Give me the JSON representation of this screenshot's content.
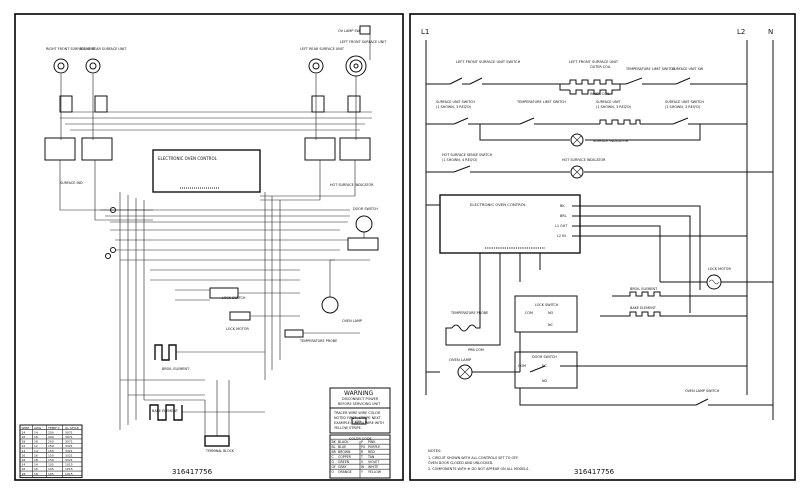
{
  "left_panel": {
    "part_number": "316417756",
    "labels": {
      "rf_unit": "RIGHT FRONT SURFACE UNIT",
      "rr_unit": "RIGHT REAR SURFACE UNIT",
      "lr_unit": "LEFT REAR SURFACE UNIT",
      "lf_unit": "LEFT FRONT SURFACE UNIT",
      "ov_lamp": "OV LAMP SW",
      "eoc": "ELECTRONIC OVEN CONTROL",
      "surface_ind": "SURFACE IND",
      "hot_surface_ind": "HOT SURFACE INDICATOR",
      "door_switch": "DOOR SWITCH",
      "lock_switch": "LOCK SWITCH",
      "lock_motor": "LOCK MOTOR",
      "temp_probe": "TEMPERATURE PROBE",
      "oven_lamp": "OVEN LAMP",
      "broil_element": "BROIL ELEMENT",
      "bake_element": "BAKE ELEMENT",
      "terminal_block": "TERMINAL BLOCK"
    },
    "warning": {
      "title": "WARNING",
      "line1": "DISCONNECT POWER",
      "line2": "BEFORE SERVICING UNIT",
      "body": [
        "TRACER WIRE  WIRE COLOR",
        "NOTED FIRST, STRIPE NEXT",
        "EXAMPLE:  GREEN WIRE WITH",
        "YELLOW STRIPE."
      ],
      "legend_code": "G/Y"
    },
    "color_code": {
      "title": "COLOR CODE",
      "rows": [
        [
          "BK",
          "BLACK",
          "P",
          "PINK"
        ],
        [
          "BL",
          "BLUE",
          "PU",
          "PURPLE"
        ],
        [
          "BR",
          "BROWN",
          "R",
          "RED"
        ],
        [
          "C",
          "COPPER",
          "T",
          "TAN"
        ],
        [
          "G",
          "GREEN",
          "V",
          "VIOLET"
        ],
        [
          "GY",
          "GRAY",
          "W",
          "WHITE"
        ],
        [
          "O",
          "ORANGE",
          "Y",
          "YELLOW"
        ]
      ]
    },
    "wire_table": {
      "header": [
        "WIRE",
        "AWG",
        "TEMP°C",
        "UL STYLE"
      ],
      "rows": [
        [
          "14",
          "14",
          "200",
          "3071"
        ],
        [
          "16",
          "16",
          "200",
          "3071"
        ],
        [
          "18",
          "18",
          "200",
          "3071"
        ],
        [
          "12",
          "12",
          "150",
          "3321"
        ],
        [
          "14",
          "14",
          "150",
          "3321"
        ],
        [
          "16",
          "16",
          "150",
          "3321"
        ],
        [
          "18",
          "18",
          "150",
          "3321"
        ],
        [
          "14",
          "14",
          "105",
          "1015"
        ],
        [
          "16",
          "16",
          "105",
          "1015"
        ],
        [
          "18",
          "18",
          "105",
          "1015"
        ]
      ]
    }
  },
  "right_panel": {
    "part_number": "316417756",
    "line_l1": "L1",
    "line_l2": "L2",
    "line_n": "N",
    "labels": {
      "lf_switch": "LEFT FRONT SURFACE UNIT SWITCH",
      "lf_unit": "LEFT FRONT SURFACE UNIT",
      "outer_coil": "OUTER COIL",
      "inner_coil": "INNER COIL",
      "temp_limit_1": "TEMPERATURE LIMIT SWITCH",
      "surface_unit_sw_1": "SURFACE UNIT SW",
      "surface_unit_sw_a": "SURFACE UNIT SWITCH",
      "surface_unit_sw_a_sub": "(1 SHOWN, 3 REQ'D)",
      "temp_limit_2": "TEMPERATURE LIMIT SWITCH",
      "surface_unit": "SURFACE UNIT",
      "surface_unit_sub": "(1 SHOWN, 3 REQ'D)",
      "surface_unit_sw_b": "SURFACE UNIT SWITCH",
      "surface_unit_sw_b_sub": "(1 SHOWN, 3 REQ'D)",
      "surface_indicator": "SURFACE INDICATOR",
      "hot_surface_sense": "HOT SURFACE SENSE SWITCH",
      "hot_surface_sense_sub": "(1 SHOWN, 4 REQ'D)",
      "hot_surface_indicator": "HOT SURFACE INDICATOR",
      "eoc": "ELECTRONIC OVEN CONTROL",
      "eoc_pins": [
        "BK",
        "BRL",
        "L1 OUT",
        "L2 IN"
      ],
      "lock_switch": "LOCK SWITCH",
      "com": "COM",
      "no": "NO",
      "nc": "NC",
      "broil_element": "BROIL ELEMENT",
      "bake_element": "BAKE ELEMENT",
      "lock_motor": "LOCK MOTOR",
      "temp_probe": "TEMPERATURE PROBE",
      "prb_com": "PRB COM",
      "door_switch": "DOOR SWITCH",
      "oven_lamp": "OVEN LAMP",
      "oven_lamp_switch": "OVEN LAMP SWITCH"
    },
    "notes": {
      "title": "NOTES:",
      "items": [
        "1.  CIRCUIT SHOWN WITH ALL CONTROLS SET TO OFF.",
        "     OVEN DOOR CLOSED AND UNLOCKED.",
        "2.  COMPONENTS WITH  ⊕  DO NOT APPEAR ON ALL MODELS."
      ]
    }
  }
}
